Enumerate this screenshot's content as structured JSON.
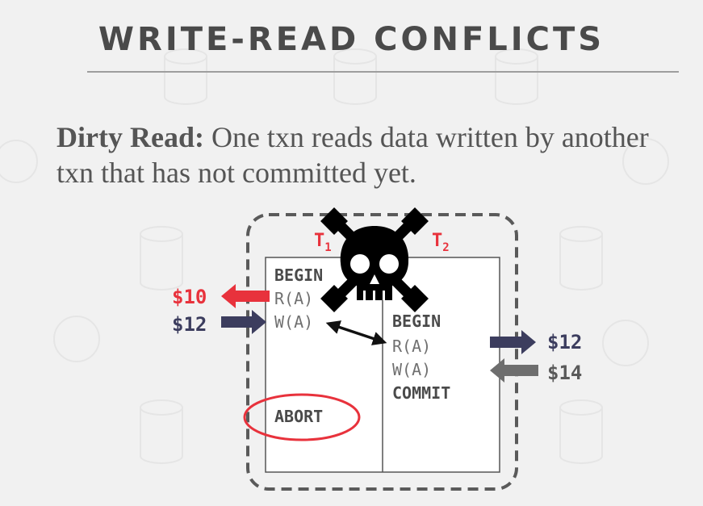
{
  "slide": {
    "title": "WRITE-READ CONFLICTS",
    "definition_term": "Dirty Read:",
    "definition_text": " One txn reads data written by another txn that has not committed yet."
  },
  "colors": {
    "red": "#e8323c",
    "navy": "#3c3d5e",
    "gray": "#6e6e6e",
    "text": "#555555",
    "op_gray": "#707070"
  },
  "icons": [
    "skull-crossbones-icon"
  ],
  "transactions": {
    "t1": {
      "label": "T",
      "sub": "1",
      "ops": {
        "begin": "BEGIN",
        "read": "R(A)",
        "write": "W(A)",
        "abort": "ABORT"
      }
    },
    "t2": {
      "label": "T",
      "sub": "2",
      "ops": {
        "begin": "BEGIN",
        "read": "R(A)",
        "write": "W(A)",
        "commit": "COMMIT"
      }
    }
  },
  "values": {
    "t1_read": "$10",
    "t1_write": "$12",
    "t2_read": "$12",
    "t2_write": "$14"
  }
}
